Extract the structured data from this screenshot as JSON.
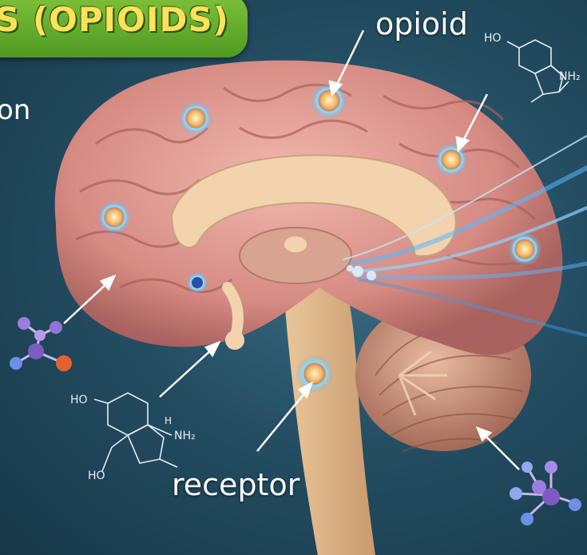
{
  "header": {
    "title_fragment": "S (OPIOIDS)"
  },
  "side_fragment": "on",
  "labels": {
    "opioid": "opioid",
    "receptor": "receptor"
  },
  "chemical_labels": {
    "top_right": [
      "HO",
      "NH₂"
    ],
    "bottom_left": [
      "HO",
      "NH₂",
      "HO",
      "H"
    ]
  },
  "colors": {
    "background": "#244e63",
    "banner": "#5fa82a",
    "banner_text": "#ffe15a",
    "brain": "#e3a39a",
    "receptor_glow": "#7fd8ff"
  }
}
